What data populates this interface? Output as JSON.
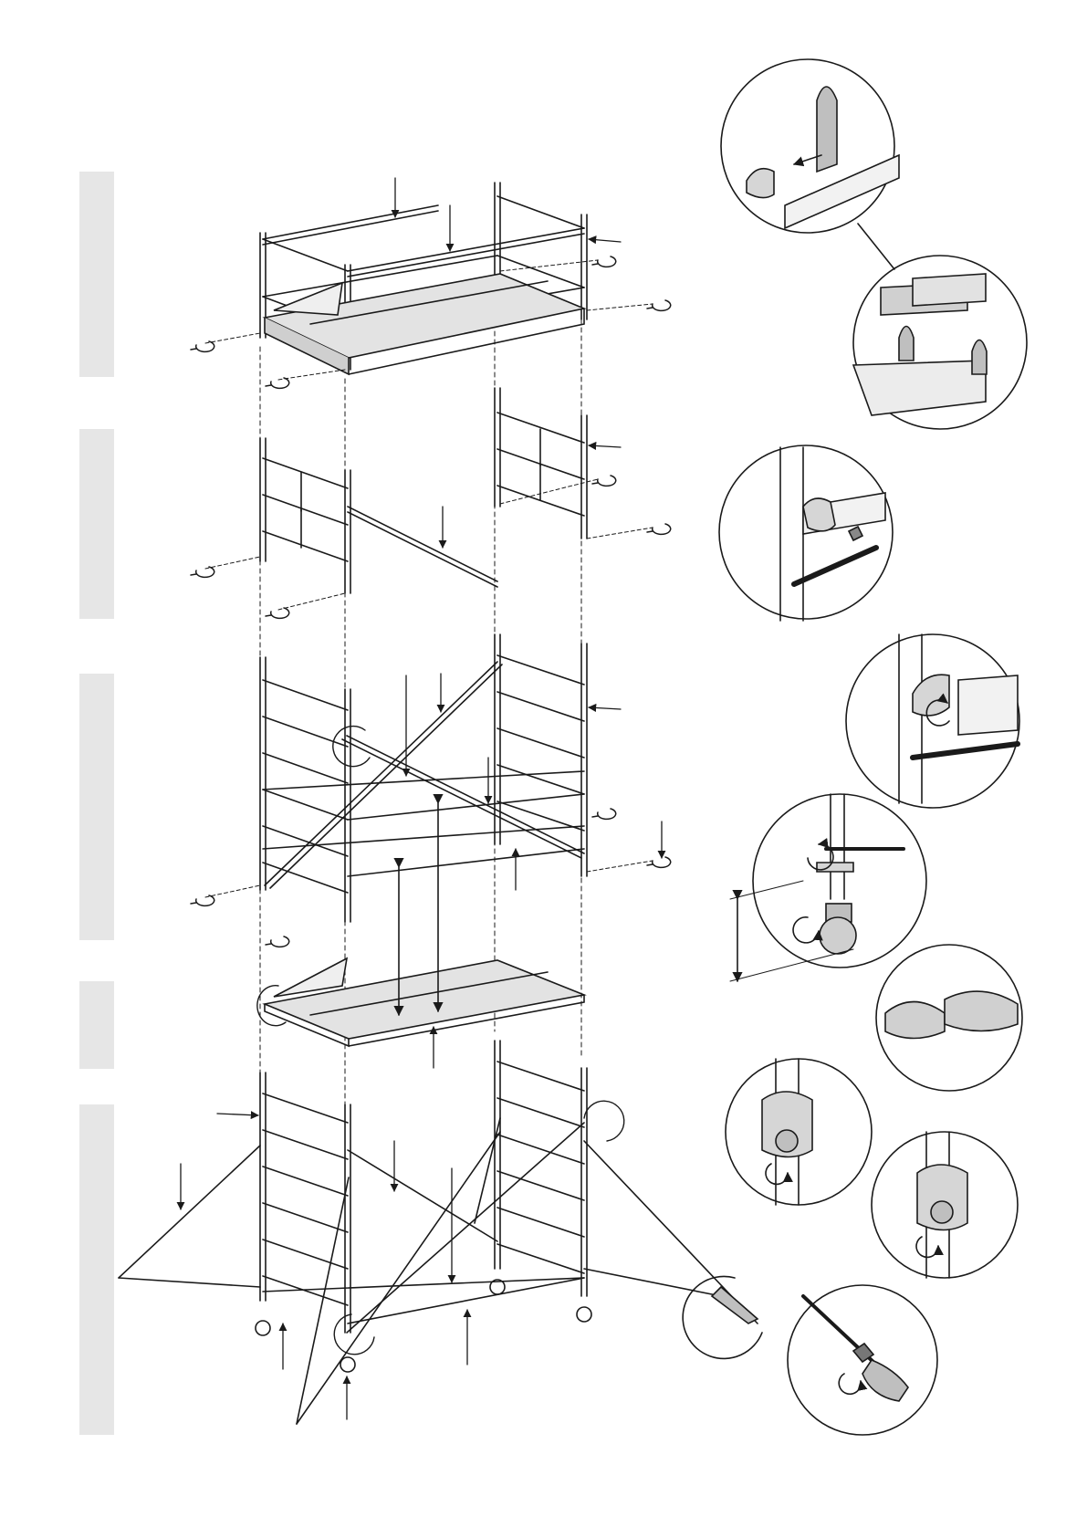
{
  "colors": {
    "background": "#ffffff",
    "line": "#1a1a1a",
    "step_bar": "#e6e6e6",
    "platform_fill": "#dcdcdc",
    "detail_fill": "#bfbfbf"
  },
  "diagram": {
    "type": "exploded assembly drawing of a mobile aluminium scaffold tower",
    "assembly_sections": [
      "top-guardrail-and-platform",
      "upper-frames-and-brace",
      "middle-frames-and-horizontal-braces",
      "lower-platform",
      "base-frames-castors-and-stabilisers"
    ],
    "detail_views": [
      "toe-board-clip",
      "toe-board-corners",
      "frame-hook-open",
      "frame-hook-locked",
      "castor-height-adjust",
      "frame-clamp-pair",
      "stabiliser-clamp-upper",
      "stabiliser-clamp-lower",
      "stabiliser-foot-lock"
    ]
  },
  "icons": {
    "step_bar": "grey-step-bar",
    "clip": "horseshoe-clip-icon",
    "arrow": "pointer-arrow",
    "rotate": "rotate-arrow-icon"
  }
}
